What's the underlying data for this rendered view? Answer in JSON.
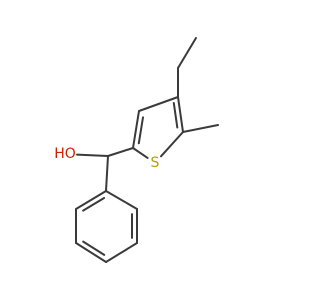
{
  "molecule": {
    "atoms": [
      {
        "id": "ethyl_ch3",
        "element": "C",
        "label": ""
      },
      {
        "id": "ethyl_ch2",
        "element": "C",
        "label": ""
      },
      {
        "id": "c4",
        "element": "C",
        "label": ""
      },
      {
        "id": "c3",
        "element": "C",
        "label": ""
      },
      {
        "id": "c2",
        "element": "C",
        "label": ""
      },
      {
        "id": "s1",
        "element": "S",
        "label": "S",
        "color": "#b8a000"
      },
      {
        "id": "c5",
        "element": "C",
        "label": ""
      },
      {
        "id": "methyl",
        "element": "C",
        "label": ""
      },
      {
        "id": "carbinol_c",
        "element": "C",
        "label": ""
      },
      {
        "id": "o_h",
        "element": "O",
        "label": "HO",
        "color": "#cc2200"
      },
      {
        "id": "ph_c1",
        "element": "C",
        "label": ""
      },
      {
        "id": "ph_c2",
        "element": "C",
        "label": ""
      },
      {
        "id": "ph_c3",
        "element": "C",
        "label": ""
      },
      {
        "id": "ph_c4",
        "element": "C",
        "label": ""
      },
      {
        "id": "ph_c5",
        "element": "C",
        "label": ""
      },
      {
        "id": "ph_c6",
        "element": "C",
        "label": ""
      }
    ],
    "bonds": [
      {
        "a": "ethyl_ch3",
        "b": "ethyl_ch2",
        "order": 1
      },
      {
        "a": "ethyl_ch2",
        "b": "c4",
        "order": 1
      },
      {
        "a": "c4",
        "b": "c3",
        "order": 1
      },
      {
        "a": "c3",
        "b": "c2",
        "order": 2
      },
      {
        "a": "c2",
        "b": "s1",
        "order": 1
      },
      {
        "a": "s1",
        "b": "c5",
        "order": 1
      },
      {
        "a": "c5",
        "b": "c4",
        "order": 2
      },
      {
        "a": "c5",
        "b": "methyl",
        "order": 1
      },
      {
        "a": "c2",
        "b": "carbinol_c",
        "order": 1
      },
      {
        "a": "carbinol_c",
        "b": "o_h",
        "order": 1
      },
      {
        "a": "carbinol_c",
        "b": "ph_c1",
        "order": 1
      },
      {
        "a": "ph_c1",
        "b": "ph_c2",
        "order": 2
      },
      {
        "a": "ph_c2",
        "b": "ph_c3",
        "order": 1
      },
      {
        "a": "ph_c3",
        "b": "ph_c4",
        "order": 2
      },
      {
        "a": "ph_c4",
        "b": "ph_c5",
        "order": 1
      },
      {
        "a": "ph_c5",
        "b": "ph_c6",
        "order": 2
      },
      {
        "a": "ph_c6",
        "b": "ph_c1",
        "order": 1
      }
    ]
  },
  "colors": {
    "bond": "#3a3a3a",
    "background": "#ffffff"
  }
}
